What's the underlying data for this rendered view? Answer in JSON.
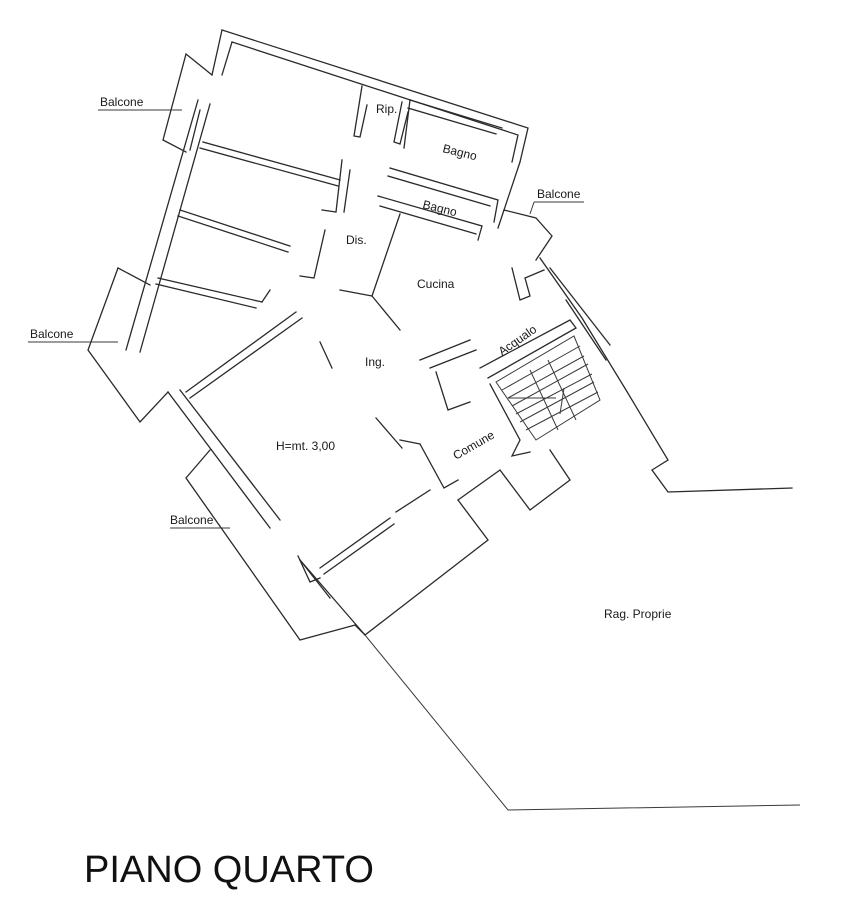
{
  "plan": {
    "title": "PIANO QUARTO",
    "labels": {
      "balcone_top_left": "Balcone",
      "balcone_right": "Balcone",
      "balcone_left": "Balcone",
      "balcone_bottom": "Balcone",
      "rip": "Rip.",
      "bagno_upper": "Bagno",
      "bagno_lower": "Bagno",
      "dis": "Dis.",
      "cucina": "Cucina",
      "acqualo": "Acqualo",
      "ing": "Ing.",
      "comune": "Comune",
      "height": "H=mt. 3,00",
      "rag_proprie": "Rag. Proprie"
    }
  }
}
